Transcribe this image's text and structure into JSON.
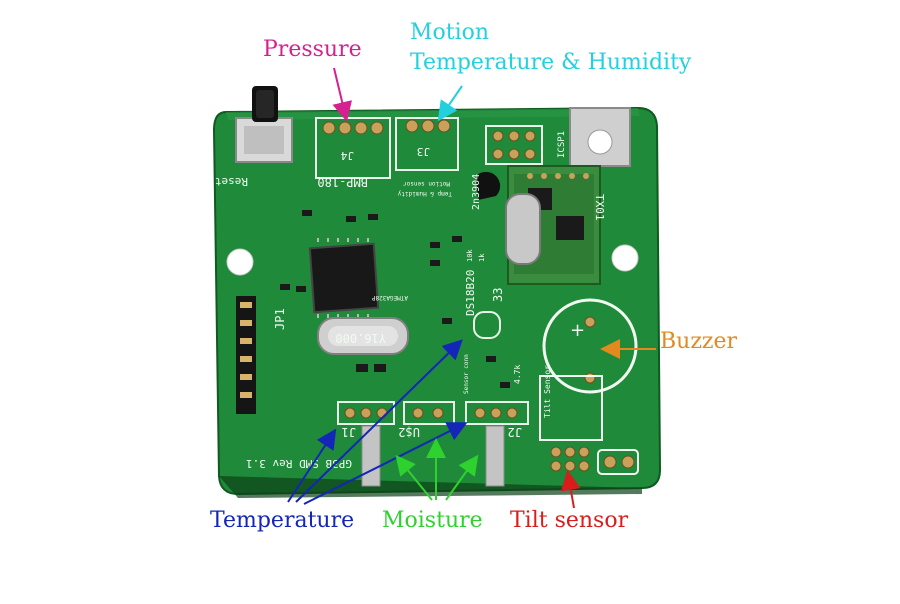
{
  "labels": {
    "pressure": "Pressure",
    "motion": "Motion",
    "temp_humidity": "Temperature & Humidity",
    "buzzer": "Buzzer",
    "temperature": "Temperature",
    "moisture": "Moisture",
    "tilt_sensor": "Tilt sensor"
  },
  "silkscreen": {
    "reset": "Reset",
    "bmp": "BMP-180",
    "j4": "J4",
    "j3": "J3",
    "motion_sensor": "Motion sensor",
    "temp_hum": "Temp & Humidity",
    "transistor": "2n3904",
    "icsp": "ICSP1",
    "chip": "ATMEGA328P",
    "crystal": "Y16.000",
    "radio": "TX01",
    "ds": "DS18B20",
    "r33": "33",
    "j1": "J1",
    "us2": "U$2",
    "j2": "J2",
    "sensor_conn": "Sensor conn",
    "tilt": "Tilt Sensor",
    "board_rev": "GP3B SMD Rev 3.1",
    "jp1": "JP1",
    "r_4k7": "4.7k",
    "r_10k": "10k",
    "r_1k": "1k"
  },
  "colors": {
    "pcb": "#1f8a3a",
    "pcb_dark": "#136b28",
    "pressure": "#d6208f",
    "motion": "#23d0de",
    "buzzer": "#e38a1e",
    "temperature": "#1326b8",
    "moisture": "#2fd12f",
    "tilt": "#d91c1c"
  }
}
